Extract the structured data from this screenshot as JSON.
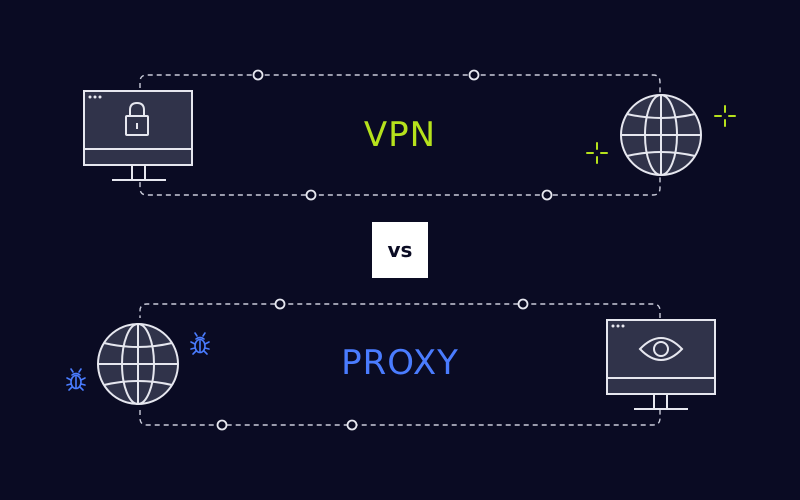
{
  "top": {
    "label": "VPN"
  },
  "middle": {
    "label": "vs"
  },
  "bottom": {
    "label": "PROXY"
  },
  "colors": {
    "background": "#0a0b23",
    "line": "#c9cbd9",
    "vpn": "#b6e21c",
    "proxy": "#4a7cff",
    "vs_box": "#ffffff",
    "vs_text": "#0a0b23"
  },
  "icons": {
    "vpn_left": "monitor-lock-icon",
    "vpn_right": "globe-icon",
    "vpn_sparkles": "sparkle-icon",
    "proxy_left": "globe-icon",
    "proxy_right": "monitor-eye-icon",
    "proxy_bugs": "bug-icon"
  }
}
